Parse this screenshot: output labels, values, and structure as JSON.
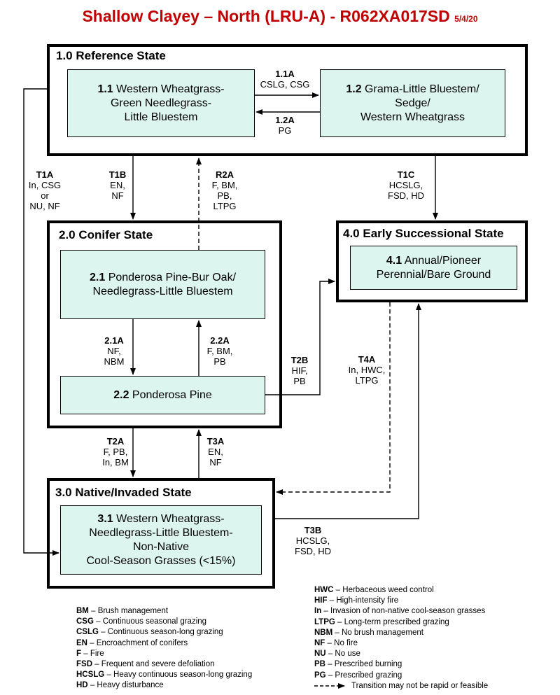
{
  "title": {
    "main": "Shallow Clayey – North (LRU-A) - R062XA017SD",
    "date": "5/4/20"
  },
  "states": {
    "s1": {
      "title": "1.0 Reference State"
    },
    "s2": {
      "title": "2.0 Conifer State"
    },
    "s3": {
      "title": "3.0 Native/Invaded State"
    },
    "s4": {
      "title": "4.0 Early Successional State"
    }
  },
  "communities": {
    "c11": {
      "num": "1.1",
      "lines": [
        "Western Wheatgrass-",
        "Green Needlegrass-",
        "Little Bluestem"
      ]
    },
    "c12": {
      "num": "1.2",
      "lines": [
        "Grama-Little Bluestem/",
        "Sedge/",
        "Western Wheatgrass"
      ]
    },
    "c21": {
      "num": "2.1",
      "lines": [
        "Ponderosa Pine-Bur Oak/",
        "Needlegrass-Little Bluestem"
      ]
    },
    "c22": {
      "num": "2.2",
      "lines": [
        "Ponderosa Pine"
      ]
    },
    "c31": {
      "num": "3.1",
      "lines": [
        "Western Wheatgrass-",
        "Needlegrass-Little Bluestem-",
        "Non-Native",
        "Cool-Season Grasses (<15%)"
      ]
    },
    "c41": {
      "num": "4.1",
      "lines": [
        "Annual/Pioneer",
        "Perennial/Bare Ground"
      ]
    }
  },
  "transitions": {
    "t11a": {
      "code": "1.1A",
      "lines": [
        "CSLG, CSG"
      ]
    },
    "t12a": {
      "code": "1.2A",
      "lines": [
        "PG"
      ]
    },
    "t1a": {
      "code": "T1A",
      "lines": [
        "In, CSG",
        "or",
        "NU, NF"
      ]
    },
    "t1b": {
      "code": "T1B",
      "lines": [
        "EN,",
        "NF"
      ]
    },
    "r2a": {
      "code": "R2A",
      "lines": [
        "F, BM,",
        "PB,",
        "LTPG"
      ]
    },
    "t1c": {
      "code": "T1C",
      "lines": [
        "HCSLG,",
        "FSD, HD"
      ]
    },
    "t21a": {
      "code": "2.1A",
      "lines": [
        "NF,",
        "NBM"
      ]
    },
    "t22a": {
      "code": "2.2A",
      "lines": [
        "F, BM,",
        "PB"
      ]
    },
    "t2b": {
      "code": "T2B",
      "lines": [
        "HIF,",
        "PB"
      ]
    },
    "t4a": {
      "code": "T4A",
      "lines": [
        "In, HWC,",
        "LTPG"
      ]
    },
    "t2a": {
      "code": "T2A",
      "lines": [
        "F, PB,",
        "In, BM"
      ]
    },
    "t3a": {
      "code": "T3A",
      "lines": [
        "EN,",
        "NF"
      ]
    },
    "t3b": {
      "code": "T3B",
      "lines": [
        "HCSLG,",
        "FSD, HD"
      ]
    }
  },
  "legend_left": [
    {
      "abbr": "BM",
      "desc": "Brush management"
    },
    {
      "abbr": "CSG",
      "desc": "Continuous seasonal grazing"
    },
    {
      "abbr": "CSLG",
      "desc": "Continuous season-long grazing"
    },
    {
      "abbr": "EN",
      "desc": "Encroachment of conifers"
    },
    {
      "abbr": "F",
      "desc": "Fire"
    },
    {
      "abbr": "FSD",
      "desc": "Frequent and severe defoliation"
    },
    {
      "abbr": "HCSLG",
      "desc": "Heavy continuous season-long grazing"
    },
    {
      "abbr": "HD",
      "desc": "Heavy disturbance"
    }
  ],
  "legend_right": [
    {
      "abbr": "HWC",
      "desc": "Herbaceous weed control"
    },
    {
      "abbr": "HIF",
      "desc": "High-intensity fire"
    },
    {
      "abbr": "In",
      "desc": "Invasion of non-native cool-season grasses"
    },
    {
      "abbr": "LTPG",
      "desc": "Long-term prescribed grazing"
    },
    {
      "abbr": "NBM",
      "desc": "No brush management"
    },
    {
      "abbr": "NF",
      "desc": "No fire"
    },
    {
      "abbr": "NU",
      "desc": "No use"
    },
    {
      "abbr": "PB",
      "desc": "Prescribed burning"
    },
    {
      "abbr": "PG",
      "desc": "Prescribed grazing"
    }
  ],
  "legend_note": "Transition may not be rapid or feasible"
}
